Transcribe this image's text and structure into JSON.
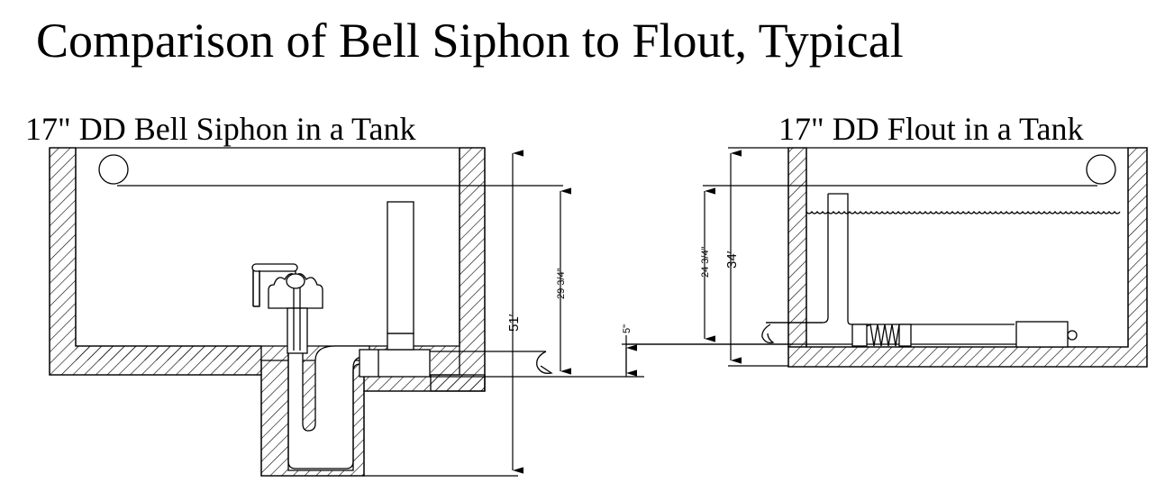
{
  "title": "Comparison of Bell Siphon to Flout, Typical",
  "left_diagram": {
    "heading": "17\" DD Bell Siphon in a Tank",
    "dimensions": {
      "overall_height": "51′",
      "water_level_to_outlet": "29 3/4\"",
      "outlet_offset": "5\""
    }
  },
  "right_diagram": {
    "heading": "17\" DD Flout in a Tank",
    "dimensions": {
      "overall_height": "34′",
      "water_level_to_outlet": "24 3/4\"",
      "outlet_offset": "5\""
    }
  },
  "colors": {
    "line": "#000000",
    "background": "#ffffff"
  }
}
